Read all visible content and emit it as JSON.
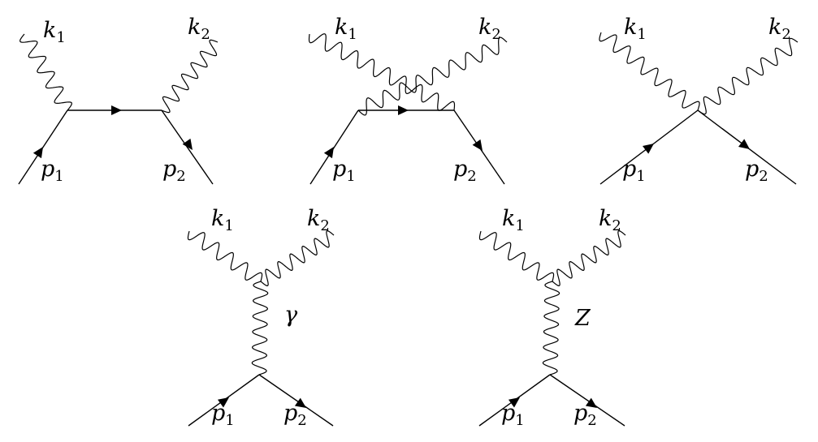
{
  "diagrams": [
    {
      "id": "s-channel",
      "labels": {
        "k1_main": "k",
        "k1_sub": "1",
        "k2_main": "k",
        "k2_sub": "2",
        "p1_main": "p",
        "p1_sub": "1",
        "p2_main": "p",
        "p2_sub": "2"
      }
    },
    {
      "id": "u-channel",
      "labels": {
        "k1_main": "k",
        "k1_sub": "1",
        "k2_main": "k",
        "k2_sub": "2",
        "p1_main": "p",
        "p1_sub": "1",
        "p2_main": "p",
        "p2_sub": "2"
      }
    },
    {
      "id": "contact",
      "labels": {
        "k1_main": "k",
        "k1_sub": "1",
        "k2_main": "k",
        "k2_sub": "2",
        "p1_main": "p",
        "p1_sub": "1",
        "p2_main": "p",
        "p2_sub": "2"
      }
    },
    {
      "id": "photon-exchange",
      "labels": {
        "k1_main": "k",
        "k1_sub": "1",
        "k2_main": "k",
        "k2_sub": "2",
        "p1_main": "p",
        "p1_sub": "1",
        "p2_main": "p",
        "p2_sub": "2",
        "boson": "γ"
      }
    },
    {
      "id": "z-exchange",
      "labels": {
        "k1_main": "k",
        "k1_sub": "1",
        "k2_main": "k",
        "k2_sub": "2",
        "p1_main": "p",
        "p1_sub": "1",
        "p2_main": "p",
        "p2_sub": "2",
        "boson": "Z"
      }
    }
  ]
}
